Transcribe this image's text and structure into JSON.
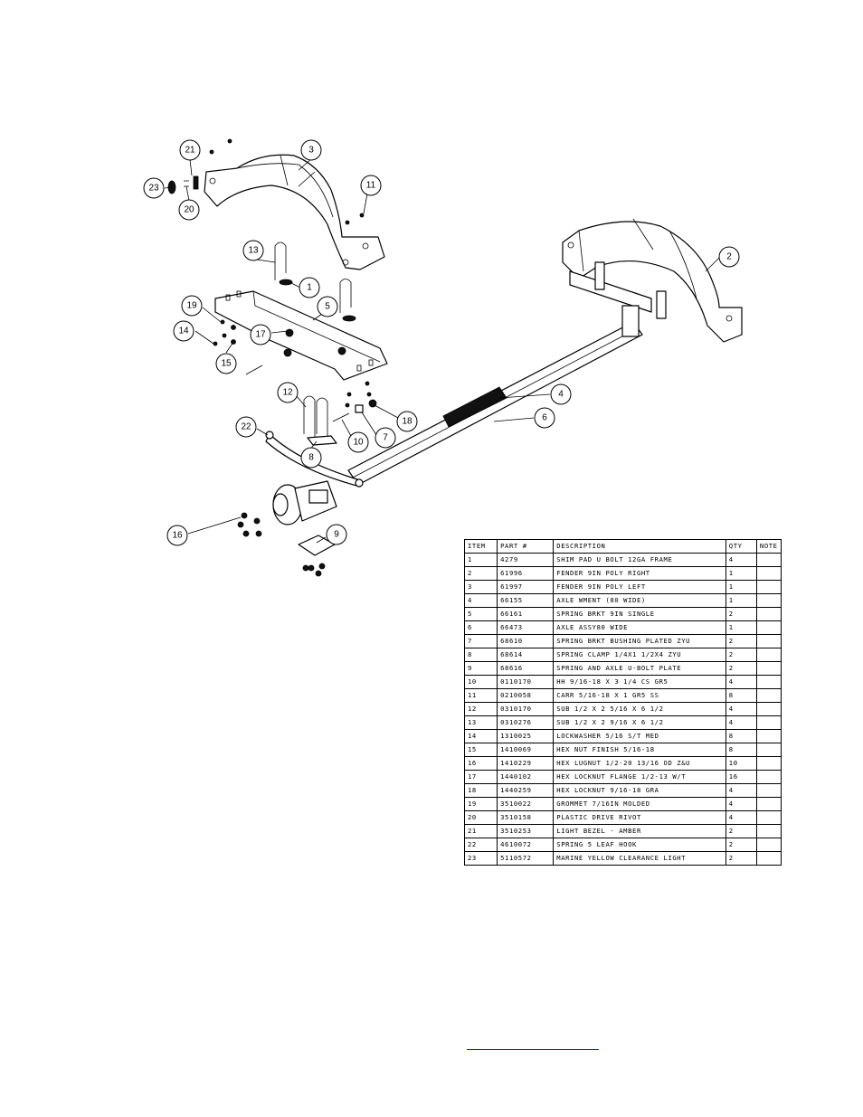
{
  "callouts": [
    "1",
    "2",
    "3",
    "4",
    "5",
    "6",
    "7",
    "8",
    "9",
    "10",
    "11",
    "12",
    "13",
    "14",
    "15",
    "16",
    "17",
    "18",
    "19",
    "20",
    "21",
    "22",
    "23"
  ],
  "bom": {
    "headers": [
      "ITEM",
      "PART #",
      "DESCRIPTION",
      "QTY",
      "NOTE"
    ],
    "rows": [
      [
        "1",
        "4279",
        "SHIM PAD   U BOLT 12GA FRAME",
        "4",
        ""
      ],
      [
        "2",
        "61996",
        "FENDER  9IN POLY RIGHT",
        "1",
        ""
      ],
      [
        "3",
        "61997",
        "FENDER  9IN POLY LEFT",
        "1",
        ""
      ],
      [
        "4",
        "66155",
        "AXLE WMENT (80 WIDE)",
        "1",
        ""
      ],
      [
        "5",
        "66161",
        "SPRING BRKT   9IN SINGLE",
        "2",
        ""
      ],
      [
        "6",
        "66473",
        "AXLE ASSY80 WIDE",
        "1",
        ""
      ],
      [
        "7",
        "68610",
        "SPRING BRKT BUSHING PLATED ZYU",
        "2",
        ""
      ],
      [
        "8",
        "68614",
        "SPRING CLAMP   1/4X1 1/2X4  ZYU",
        "2",
        ""
      ],
      [
        "9",
        "68616",
        "SPRING AND AXLE U-BOLT PLATE",
        "2",
        ""
      ],
      [
        "10",
        "0110170",
        "HH 9/16-18 X 3 1/4 CS GR5",
        "4",
        ""
      ],
      [
        "11",
        "0210058",
        "CARR 5/16-18 X 1 GR5 SS",
        "8",
        ""
      ],
      [
        "12",
        "0310170",
        "SUB 1/2 X 2 5/16 X 6 1/2",
        "4",
        ""
      ],
      [
        "13",
        "0310276",
        "SUB 1/2 X 2 9/16 X 6 1/2",
        "4",
        ""
      ],
      [
        "14",
        "1310025",
        "LOCKWASHER 5/16 S/T MED",
        "8",
        ""
      ],
      [
        "15",
        "1410069",
        "HEX NUT FINISH 5/16-18",
        "8",
        ""
      ],
      [
        "16",
        "1410229",
        "HEX LUGNUT 1/2-20 13/16 OD Z&U",
        "10",
        ""
      ],
      [
        "17",
        "1440102",
        "HEX LOCKNUT FLANGE 1/2-13 W/T",
        "16",
        ""
      ],
      [
        "18",
        "1440259",
        "HEX LOCKNUT 9/16-18 GRA",
        "4",
        ""
      ],
      [
        "19",
        "3510022",
        "GROMMET  7/16IN MOLDED",
        "4",
        ""
      ],
      [
        "20",
        "3510158",
        "PLASTIC DRIVE RIVOT",
        "4",
        ""
      ],
      [
        "21",
        "3510253",
        "LIGHT BEZEL - AMBER",
        "2",
        ""
      ],
      [
        "22",
        "4610072",
        "SPRING  5 LEAF HOOK",
        "2",
        ""
      ],
      [
        "23",
        "5110572",
        "MARINE YELLOW CLEARANCE LIGHT",
        "2",
        ""
      ]
    ]
  }
}
